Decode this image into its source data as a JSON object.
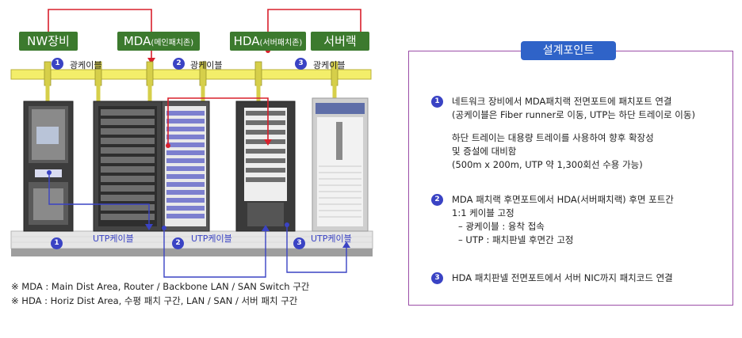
{
  "tags": {
    "nw": "NW장비",
    "mda_main": "MDA",
    "mda_sub": "(메인패치존)",
    "hda_main": "HDA",
    "hda_sub": "(서버패치존)",
    "server": "서버랙"
  },
  "labels": {
    "fiber_1": "광케이블",
    "fiber_2": "광케이블",
    "fiber_3": "광케이블",
    "utp_1": "UTP케이블",
    "utp_2": "UTP케이블",
    "utp_3": "UTP케이블"
  },
  "numbers": {
    "n1": "1",
    "n2": "2",
    "n3": "3"
  },
  "notes": [
    "※ MDA : Main Dist Area, Router / Backbone LAN / SAN Switch 구간",
    "※ HDA : Horiz Dist Area, 수평 패치 구간, LAN / SAN / 서버 패치 구간"
  ],
  "design": {
    "title": "설계포인트",
    "p1": {
      "num": "1",
      "line1": "네트워크 장비에서 MDA패치랙 전면포트에 패치포트 연결",
      "line2": "(공케이블은 Fiber runner로 이동, UTP는 하단 트레이로 이동)",
      "line3": "하단 트레이는 대용량 트레이를 사용하여 향후 확장성",
      "line4": "및 증설에 대비함",
      "line5": "(500m x 200m, UTP 약 1,300회선 수용 가능)"
    },
    "p2": {
      "num": "2",
      "line1": "MDA 패치랙 후면포트에서 HDA(서버패치랙) 후면 포트간",
      "line2": "1:1 케이블 고정",
      "line3": "– 광케이블 : 융착 접속",
      "line4": "– UTP : 패치판넬 후면간 고정"
    },
    "p3": {
      "num": "3",
      "line1": "HDA 패치판넬 전면포트에서 서버 NIC까지 패치코드 연결"
    }
  },
  "colors": {
    "tag_green": "#3c7a2e",
    "tray_yellow": "#f3ee6a",
    "cable_red": "#d8202c",
    "cable_blue": "#3a43c4",
    "panel_border": "#9b4ea8",
    "title_blue": "#2f63c8"
  }
}
